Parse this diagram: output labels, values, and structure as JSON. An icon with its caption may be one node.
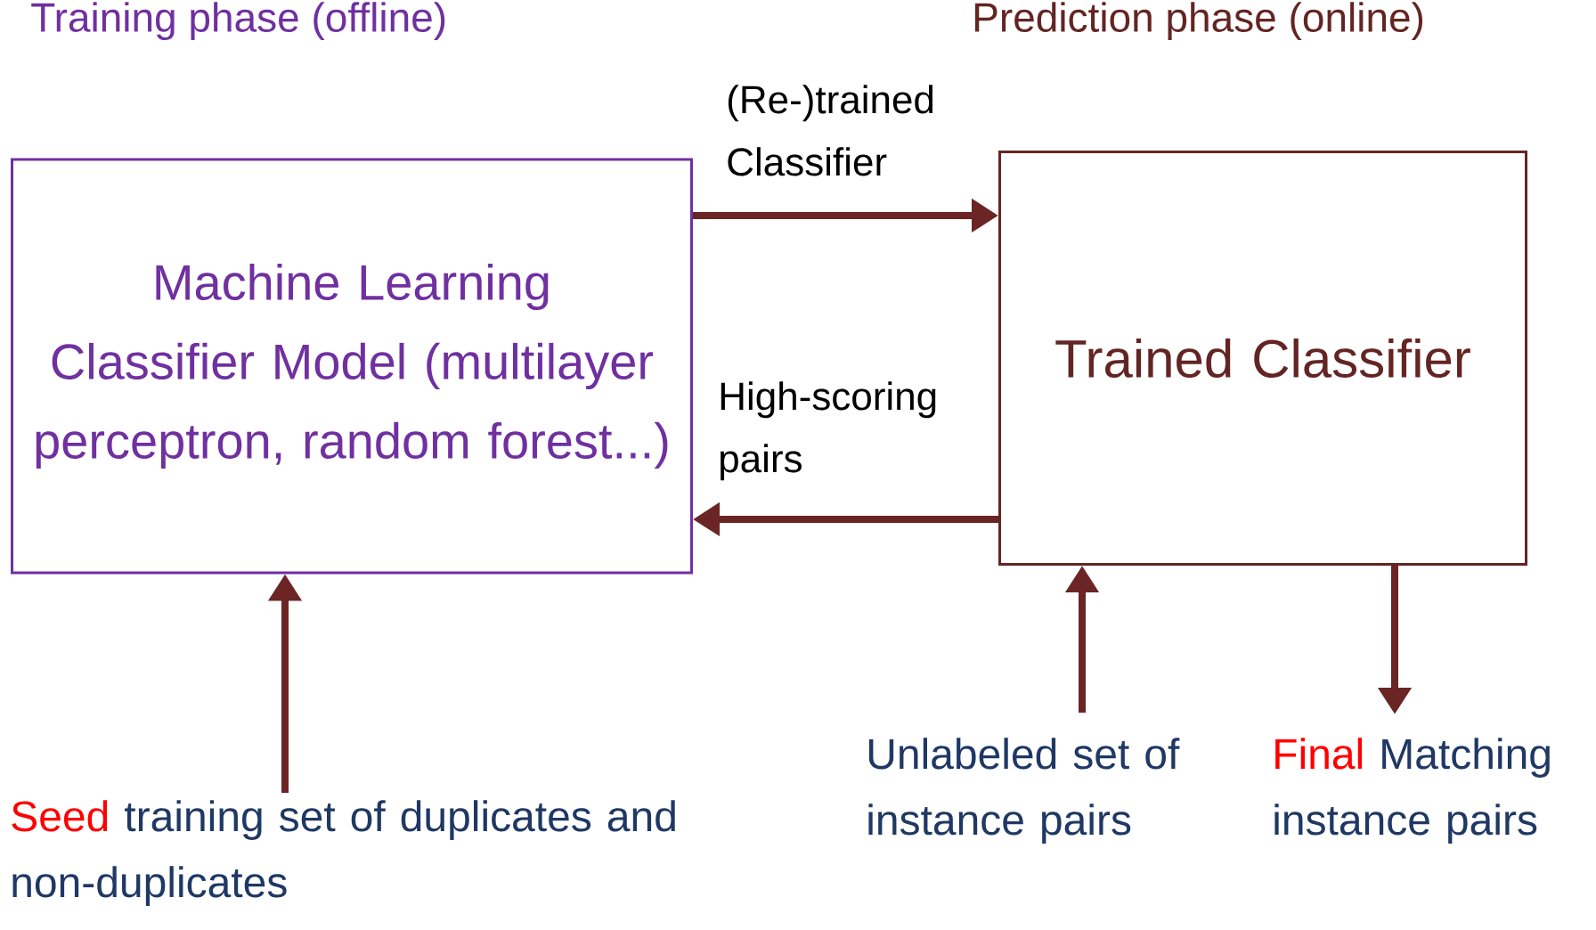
{
  "diagram": {
    "nodes": [
      {
        "text": [
          "Machine Learning Classifier Model (multilayer perceptron, random forest...)"
        ]
      },
      {
        "text": [
          "Trained Classifier"
        ]
      },
      {
        "text": [
          "Seed",
          "training set of duplicates and non-duplicates"
        ]
      },
      {
        "text": [
          "Unlabeled set of instance pairs"
        ]
      },
      {
        "text": [
          "Final",
          "Matching instance pairs"
        ]
      }
    ],
    "edges": [
      {
        "from": 0,
        "to": 1,
        "arrow": "to",
        "label": "(Re-)trained Classifier"
      },
      {
        "from": 1,
        "to": 0,
        "arrow": "to",
        "label": "High-scoring pairs"
      },
      {
        "from": 2,
        "to": 0,
        "arrow": "to"
      },
      {
        "from": 3,
        "to": 1,
        "arrow": "to"
      },
      {
        "from": 1,
        "to": 4,
        "arrow": "to"
      }
    ],
    "labels": [
      "Training phase (offline)",
      "Prediction phase (online)"
    ]
  }
}
